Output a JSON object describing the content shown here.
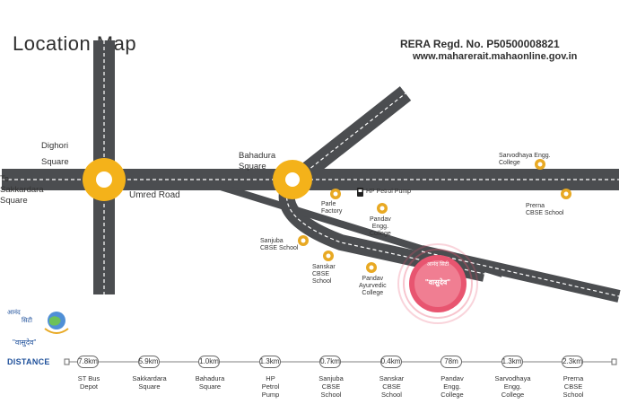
{
  "header": {
    "title": "Location Map",
    "rera": "RERA Regd. No. P50500008821",
    "rera_url": "www.maharerait.mahaonline.gov.in"
  },
  "colors": {
    "road": "#4b4d50",
    "junction": "#f4b21a",
    "marker": "#e8a923",
    "project_pink": "#e85570",
    "distance_line": "#9a9a9a",
    "distance_label": "#1d4f9a"
  },
  "map_labels": {
    "dighori": "Dighori\nSquare",
    "bahadura": "Bahadura\nSquare",
    "to_sakkardara": "To\nSakkardara\nSquare",
    "umred_road": "Umred Road",
    "parle": "Parle\nFactory",
    "hp_pump": "HP Petrol Pump",
    "pandav_engg": "Pandav\nEngg.\nCollege",
    "sarvodhaya": "Sarvodhaya Engg.\nCollege",
    "prerna": "Prerna\nCBSE School",
    "sanjuba": "Sanjuba\nCBSE School",
    "sanskar": "Sanskar\nCBSE\nSchool",
    "pandav_ayurvedic": "Pandav\nAyurvedic\nCollege"
  },
  "brand": {
    "small_line1": "आनंद",
    "small_line2": "सिटी",
    "name": "\"वासुदेव\""
  },
  "distance": {
    "label": "DISTANCE",
    "items": [
      {
        "value": "7.8km",
        "name": "ST Bus\nDepot"
      },
      {
        "value": "5.9km",
        "name": "Sakkardara\nSquare"
      },
      {
        "value": "1.0km",
        "name": "Bahadura\nSquare"
      },
      {
        "value": "1.3km",
        "name": "HP\nPetrol\nPump"
      },
      {
        "value": "0.7km",
        "name": "Sanjuba\nCBSE\nSchool"
      },
      {
        "value": "0.4km",
        "name": "Sanskar\nCBSE\nSchool"
      },
      {
        "value": "78m",
        "name": "Pandav\nEngg.\nCollege"
      },
      {
        "value": "1.3km",
        "name": "Sarvodhaya\nEngg.\nCollege"
      },
      {
        "value": "2.3km",
        "name": "Prerna\nCBSE\nSchool"
      }
    ]
  }
}
